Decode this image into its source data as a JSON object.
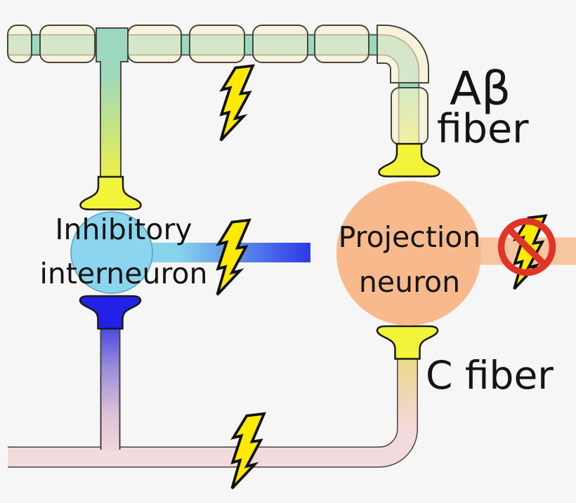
{
  "labels": {
    "ab_fiber_line1": "Aβ",
    "ab_fiber_line2": "fiber",
    "c_fiber": "C fiber",
    "inhibitory_line1": "Inhibitory",
    "inhibitory_line2": "interneuron",
    "projection_line1": "Projection",
    "projection_line2": "neuron"
  },
  "colors": {
    "background": "#f6f6f6",
    "text": "#141414",
    "myelin_cream": "#f5eecb",
    "axon_teal": "#9cd8bf",
    "terminal_yellow": "#f1f438",
    "interneuron_blue": "#8cd5ee",
    "interneuron_stroke": "#55a0bf",
    "synapse_blue": "#2c32ea",
    "projection_peach": "#f8ba8c",
    "projection_axon_peach": "#f7c5a0",
    "c_fiber_pink": "#f3dadd",
    "bolt_yellow": "#ffea00",
    "prohibition_red": "#e23327",
    "outline_dark": "#4a4a40"
  },
  "icons": {
    "ab_signal": "lightning-bolt",
    "interneuron_signal": "lightning-bolt",
    "c_signal": "lightning-bolt",
    "blocked_output": "no-signal-prohibition"
  }
}
